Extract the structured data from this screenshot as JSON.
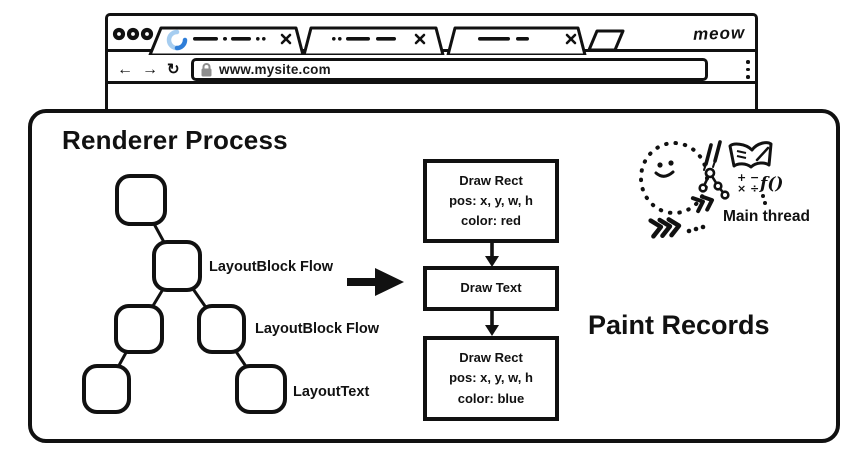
{
  "browser": {
    "brand": "meow",
    "url": "www.mysite.com",
    "icons": {
      "back": "←",
      "forward": "→",
      "reload": "↻"
    },
    "tabs": [
      {
        "name": "loading tab",
        "state": "loading-spinner"
      },
      {
        "name": "tab 2",
        "state": "idle"
      },
      {
        "name": "tab 3",
        "state": "idle"
      }
    ]
  },
  "diagram": {
    "title": "Renderer Process",
    "tree_labels": [
      "LayoutBlock Flow",
      "LayoutBlock Flow",
      "LayoutText"
    ],
    "paint_title": "Paint Records",
    "paint_boxes": [
      {
        "line1": "Draw Rect",
        "line2": "pos: x, y, w, h",
        "line3": "color: red"
      },
      {
        "line1": "Draw Text",
        "line2": "",
        "line3": ""
      },
      {
        "line1": "Draw Rect",
        "line2": "pos: x, y, w, h",
        "line3": "color: blue"
      }
    ],
    "main_thread_label": "Main thread",
    "math_row1": "+ −",
    "math_row2": "× ÷",
    "fn_label": "f()"
  },
  "colors": {
    "ink": "#111111",
    "spinner_light": "#a6cdf0",
    "spinner_dark": "#2f7ed8",
    "lock_gray": "#8d8d8d"
  }
}
